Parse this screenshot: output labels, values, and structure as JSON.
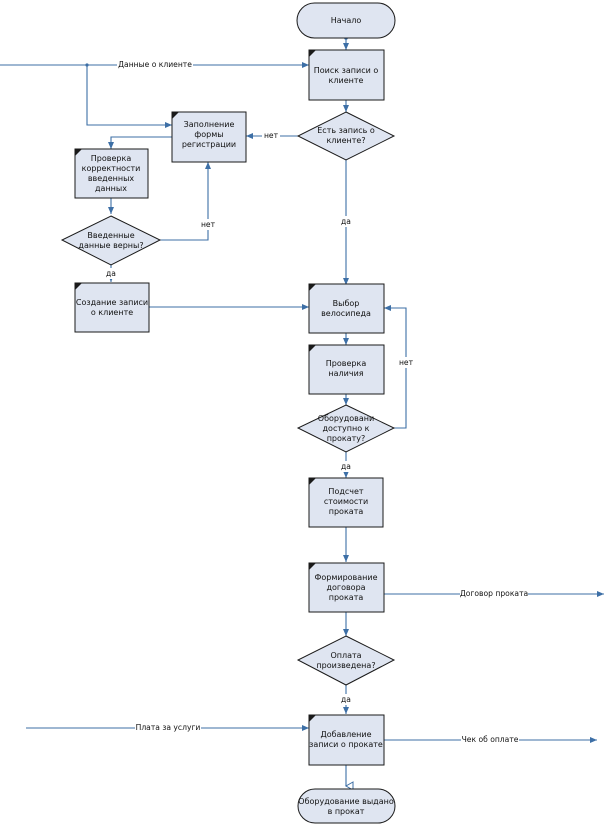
{
  "diagram": {
    "nodes": {
      "start": "Начало",
      "search_client": [
        "Поиск записи о",
        "клиенте"
      ],
      "record_exists": [
        "Есть запись о",
        "клиенте?"
      ],
      "fill_form": [
        "Заполнение",
        "формы",
        "регистрации"
      ],
      "check_data": [
        "Проверка",
        "корректности",
        "введенных",
        "данных"
      ],
      "data_valid": [
        "Введенные",
        "данные верны?"
      ],
      "create_record": [
        "Создание записи",
        "о клиенте"
      ],
      "choose_bike": [
        "Выбор",
        "велосипеда"
      ],
      "check_availability": [
        "Проверка",
        "наличия"
      ],
      "equipment_available": [
        "Оборудовани",
        "доступно к",
        "прокату?"
      ],
      "calc_cost": [
        "Подсчет",
        "стоимости",
        "проката"
      ],
      "form_contract": [
        "Формирование",
        "договора",
        "проката"
      ],
      "payment_done": [
        "Оплата",
        "произведена?"
      ],
      "add_rent_record": [
        "Добавление",
        "записи о прокате"
      ],
      "end": [
        "Оборудование выдано",
        "в прокат"
      ]
    },
    "edge_labels": {
      "client_data": "Данные о клиенте",
      "no_record": "нет",
      "yes_record": "да",
      "no_valid": "нет",
      "yes_valid": "да",
      "no_available": "нет",
      "yes_available": "да",
      "contract": "Договор проката",
      "yes_paid": "да",
      "fee": "Плата за услуги",
      "receipt": "Чек об оплате"
    },
    "colors": {
      "shape_fill": "#dfe5f1",
      "shape_stroke": "#1a1a1a",
      "arrow": "#3d6fa6"
    }
  }
}
